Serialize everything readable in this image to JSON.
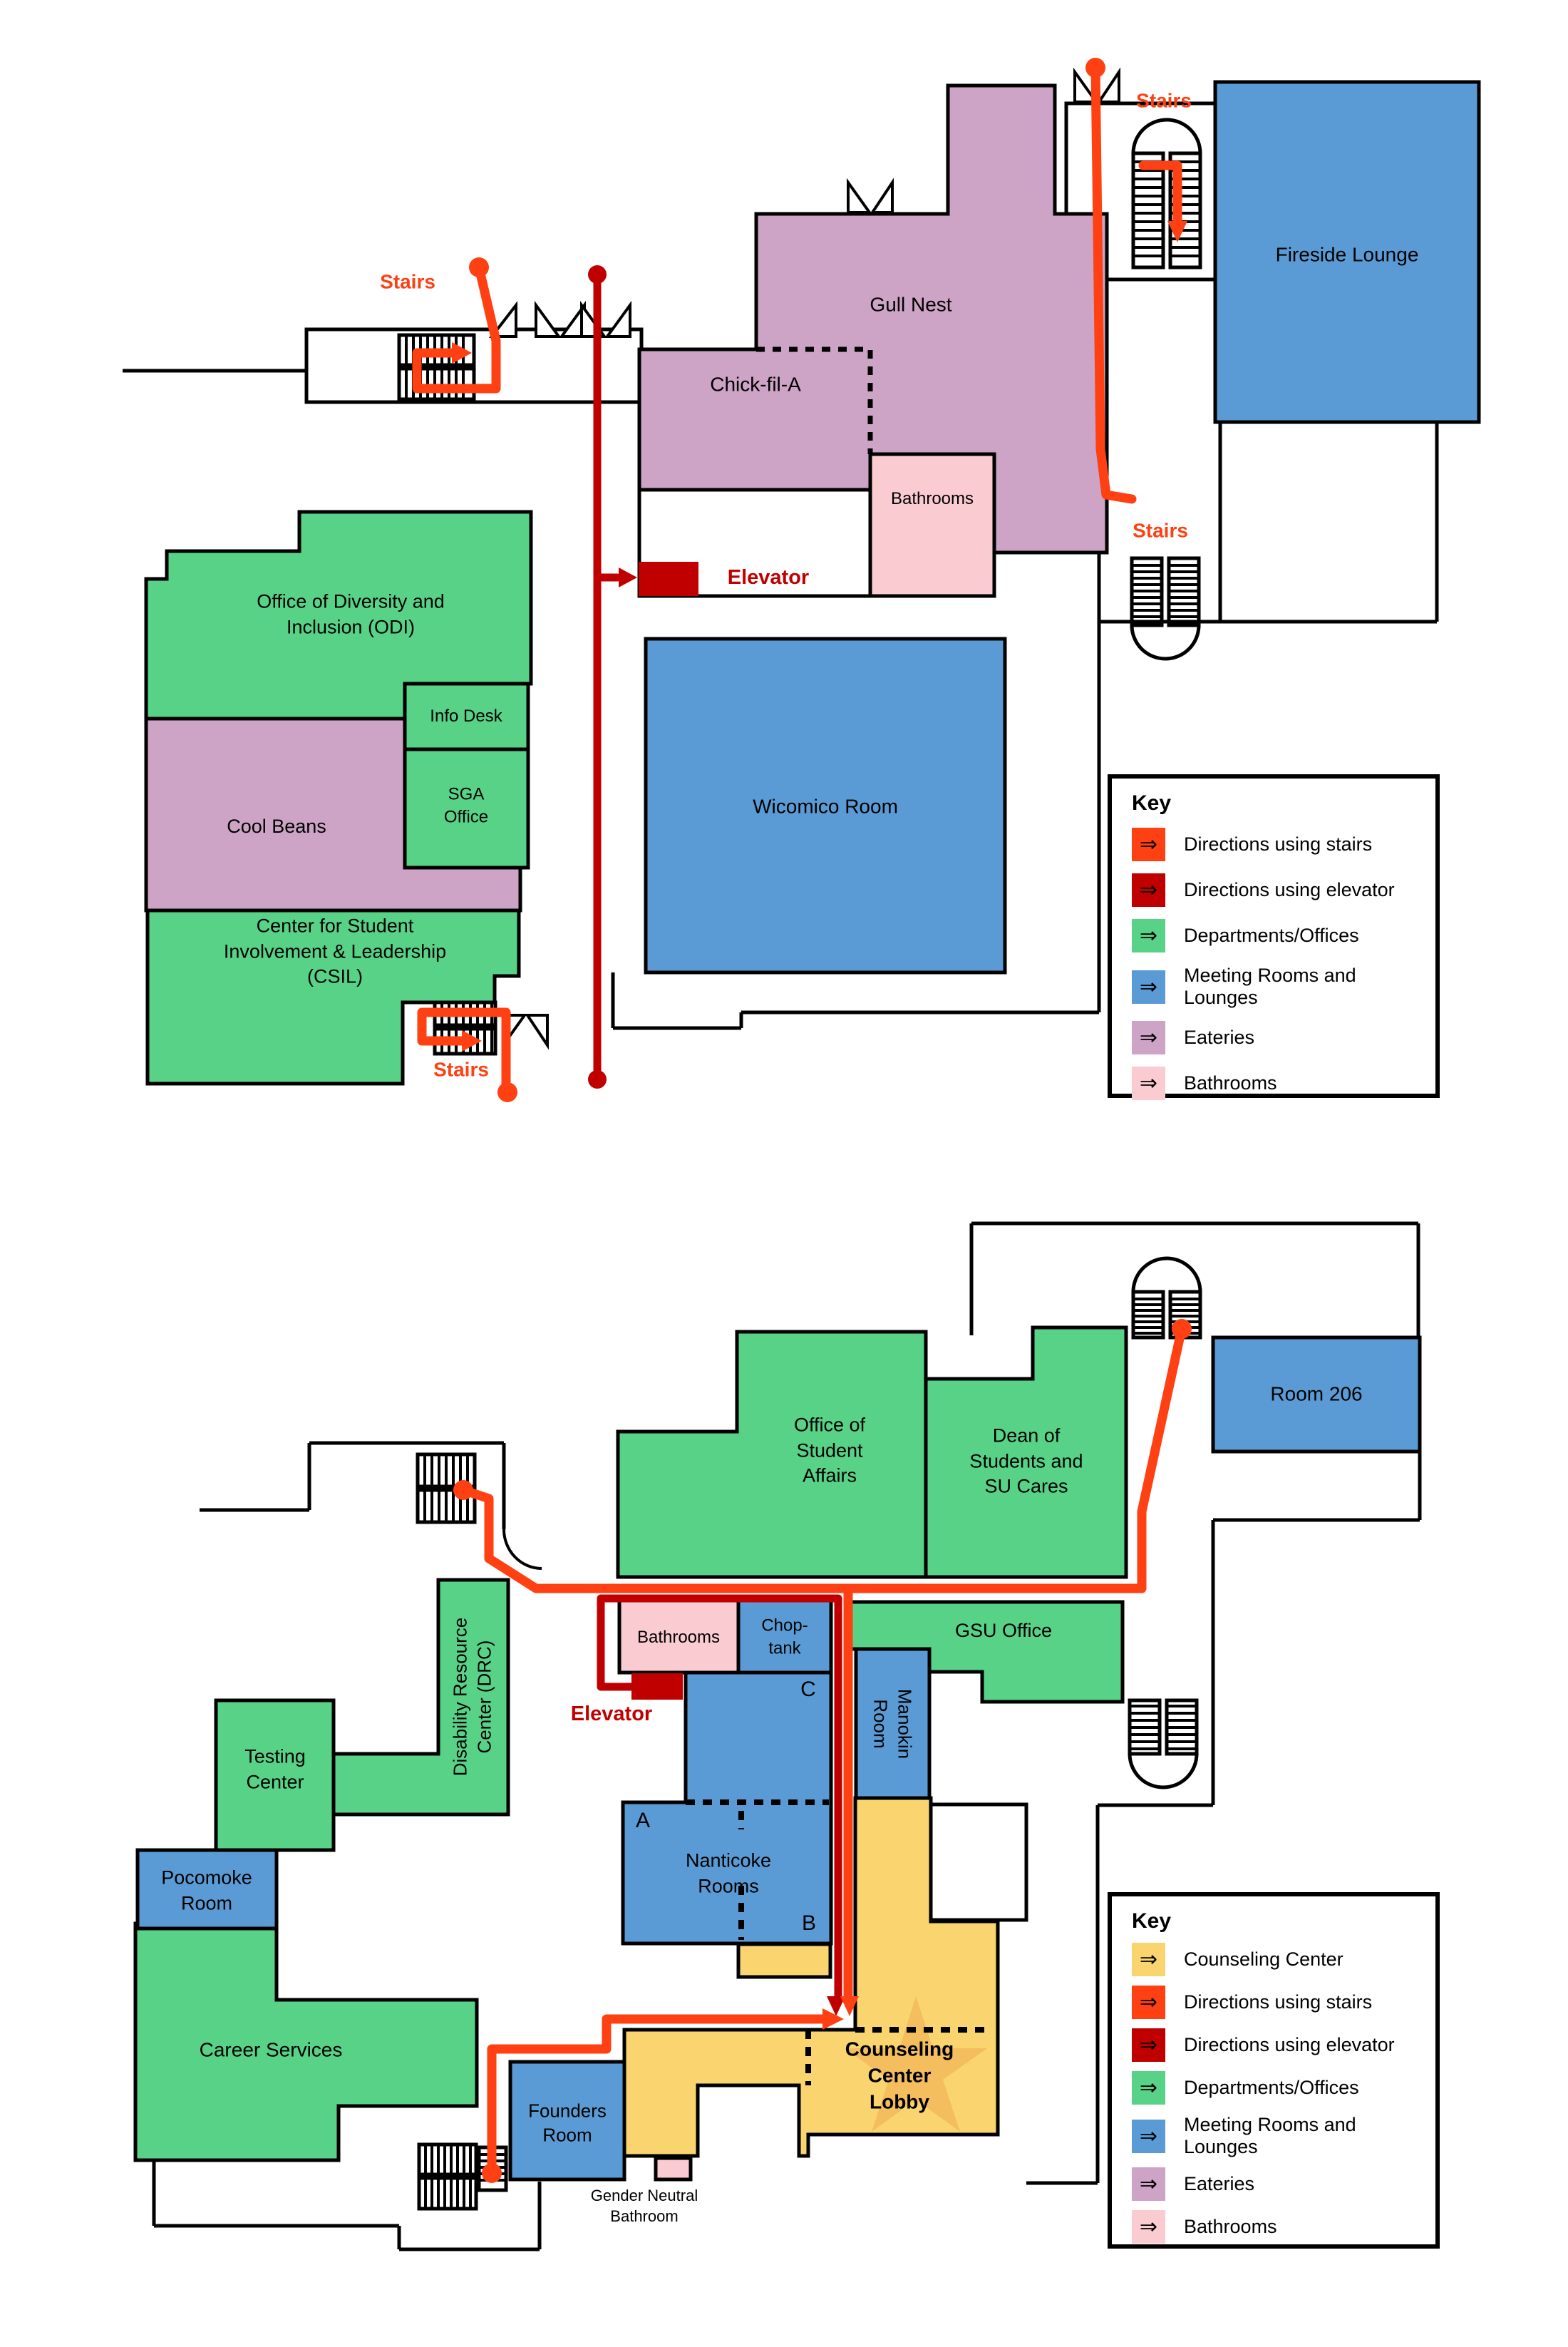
{
  "legend_arrow": "⇒",
  "colors": {
    "stairs_route": "#FF4013",
    "elevator_route": "#C00000",
    "departments_offices": "#58D287",
    "meeting_rooms_lounges": "#5B9BD5",
    "eateries": "#CDA4C5",
    "bathrooms": "#FBCBD2",
    "counseling_center": "#F9D46F"
  },
  "floor1": {
    "stairs_label": "Stairs",
    "elevator_label": "Elevator",
    "rooms": {
      "fireside": "Fireside Lounge",
      "gull_nest": "Gull Nest",
      "chick_fil_a": "Chick-fil-A",
      "bathrooms": "Bathrooms",
      "odi": "Office of Diversity and\nInclusion (ODI)",
      "info_desk": "Info Desk",
      "sga": "SGA\nOffice",
      "cool_beans": "Cool Beans",
      "csil": "Center for Student\nInvolvement & Leadership\n(CSIL)",
      "wicomico": "Wicomico Room"
    },
    "key": {
      "title": "Key",
      "items": [
        {
          "label": "Directions using stairs"
        },
        {
          "label": "Directions using elevator"
        },
        {
          "label": "Departments/Offices"
        },
        {
          "label": "Meeting Rooms and Lounges"
        },
        {
          "label": "Eateries"
        },
        {
          "label": "Bathrooms"
        }
      ]
    }
  },
  "floor2": {
    "elevator_label": "Elevator",
    "rooms": {
      "osa": "Office of\nStudent\nAffairs",
      "dean": "Dean of\nStudents and\nSU Cares",
      "room_206": "Room 206",
      "gsu": "GSU Office",
      "bathrooms": "Bathrooms",
      "choptank": "Chop-\ntank",
      "manokin": "Manokin\nRoom",
      "nanticoke": "Nanticoke\nRooms",
      "nanticoke_a": "A",
      "nanticoke_b": "B",
      "nanticoke_c": "C",
      "founders": "Founders\nRoom",
      "testing": "Testing\nCenter",
      "drc": "Disability Resource\nCenter (DRC)",
      "pocomoke": "Pocomoke\nRoom",
      "career": "Career Services",
      "lobby": "Counseling\nCenter\nLobby",
      "gnb": "Gender Neutral\nBathroom"
    },
    "key": {
      "title": "Key",
      "items": [
        {
          "label": "Counseling Center"
        },
        {
          "label": "Directions using stairs"
        },
        {
          "label": "Directions using elevator"
        },
        {
          "label": "Departments/Offices"
        },
        {
          "label": "Meeting Rooms and Lounges"
        },
        {
          "label": "Eateries"
        },
        {
          "label": "Bathrooms"
        }
      ]
    }
  }
}
